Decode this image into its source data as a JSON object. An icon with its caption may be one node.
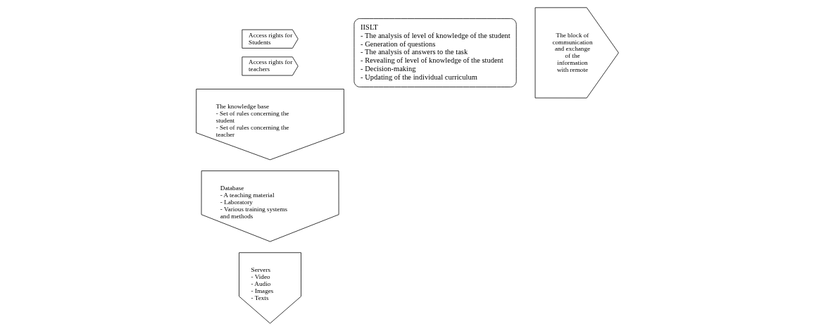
{
  "diagram": {
    "nodes": [
      {
        "text": [
          "Servers",
          "- Video",
          "- Audio",
          "- Images",
          "- Texts"
        ]
      },
      {
        "text": [
          "Database",
          "- A teaching material",
          "- Laboratory",
          "- Various training systems and methods"
        ]
      },
      {
        "text": [
          "The knowledge base",
          "- Set of rules concerning the student",
          "- Set of rules concerning the teacher"
        ]
      },
      {
        "text": [
          "Access rights for Students"
        ]
      },
      {
        "text": [
          "Access rights for teachers"
        ]
      },
      {
        "text": [
          "IISLT",
          "- The analysis of level of knowledge of the student",
          "- Generation of questions",
          "- The analysis of answers to the task",
          "- Revealing of level of knowledge of the student",
          "- Decision-making",
          "- Updating of the individual curriculum"
        ]
      },
      {
        "text": [
          "The block of communication and exchange of the information with remote"
        ]
      }
    ]
  }
}
